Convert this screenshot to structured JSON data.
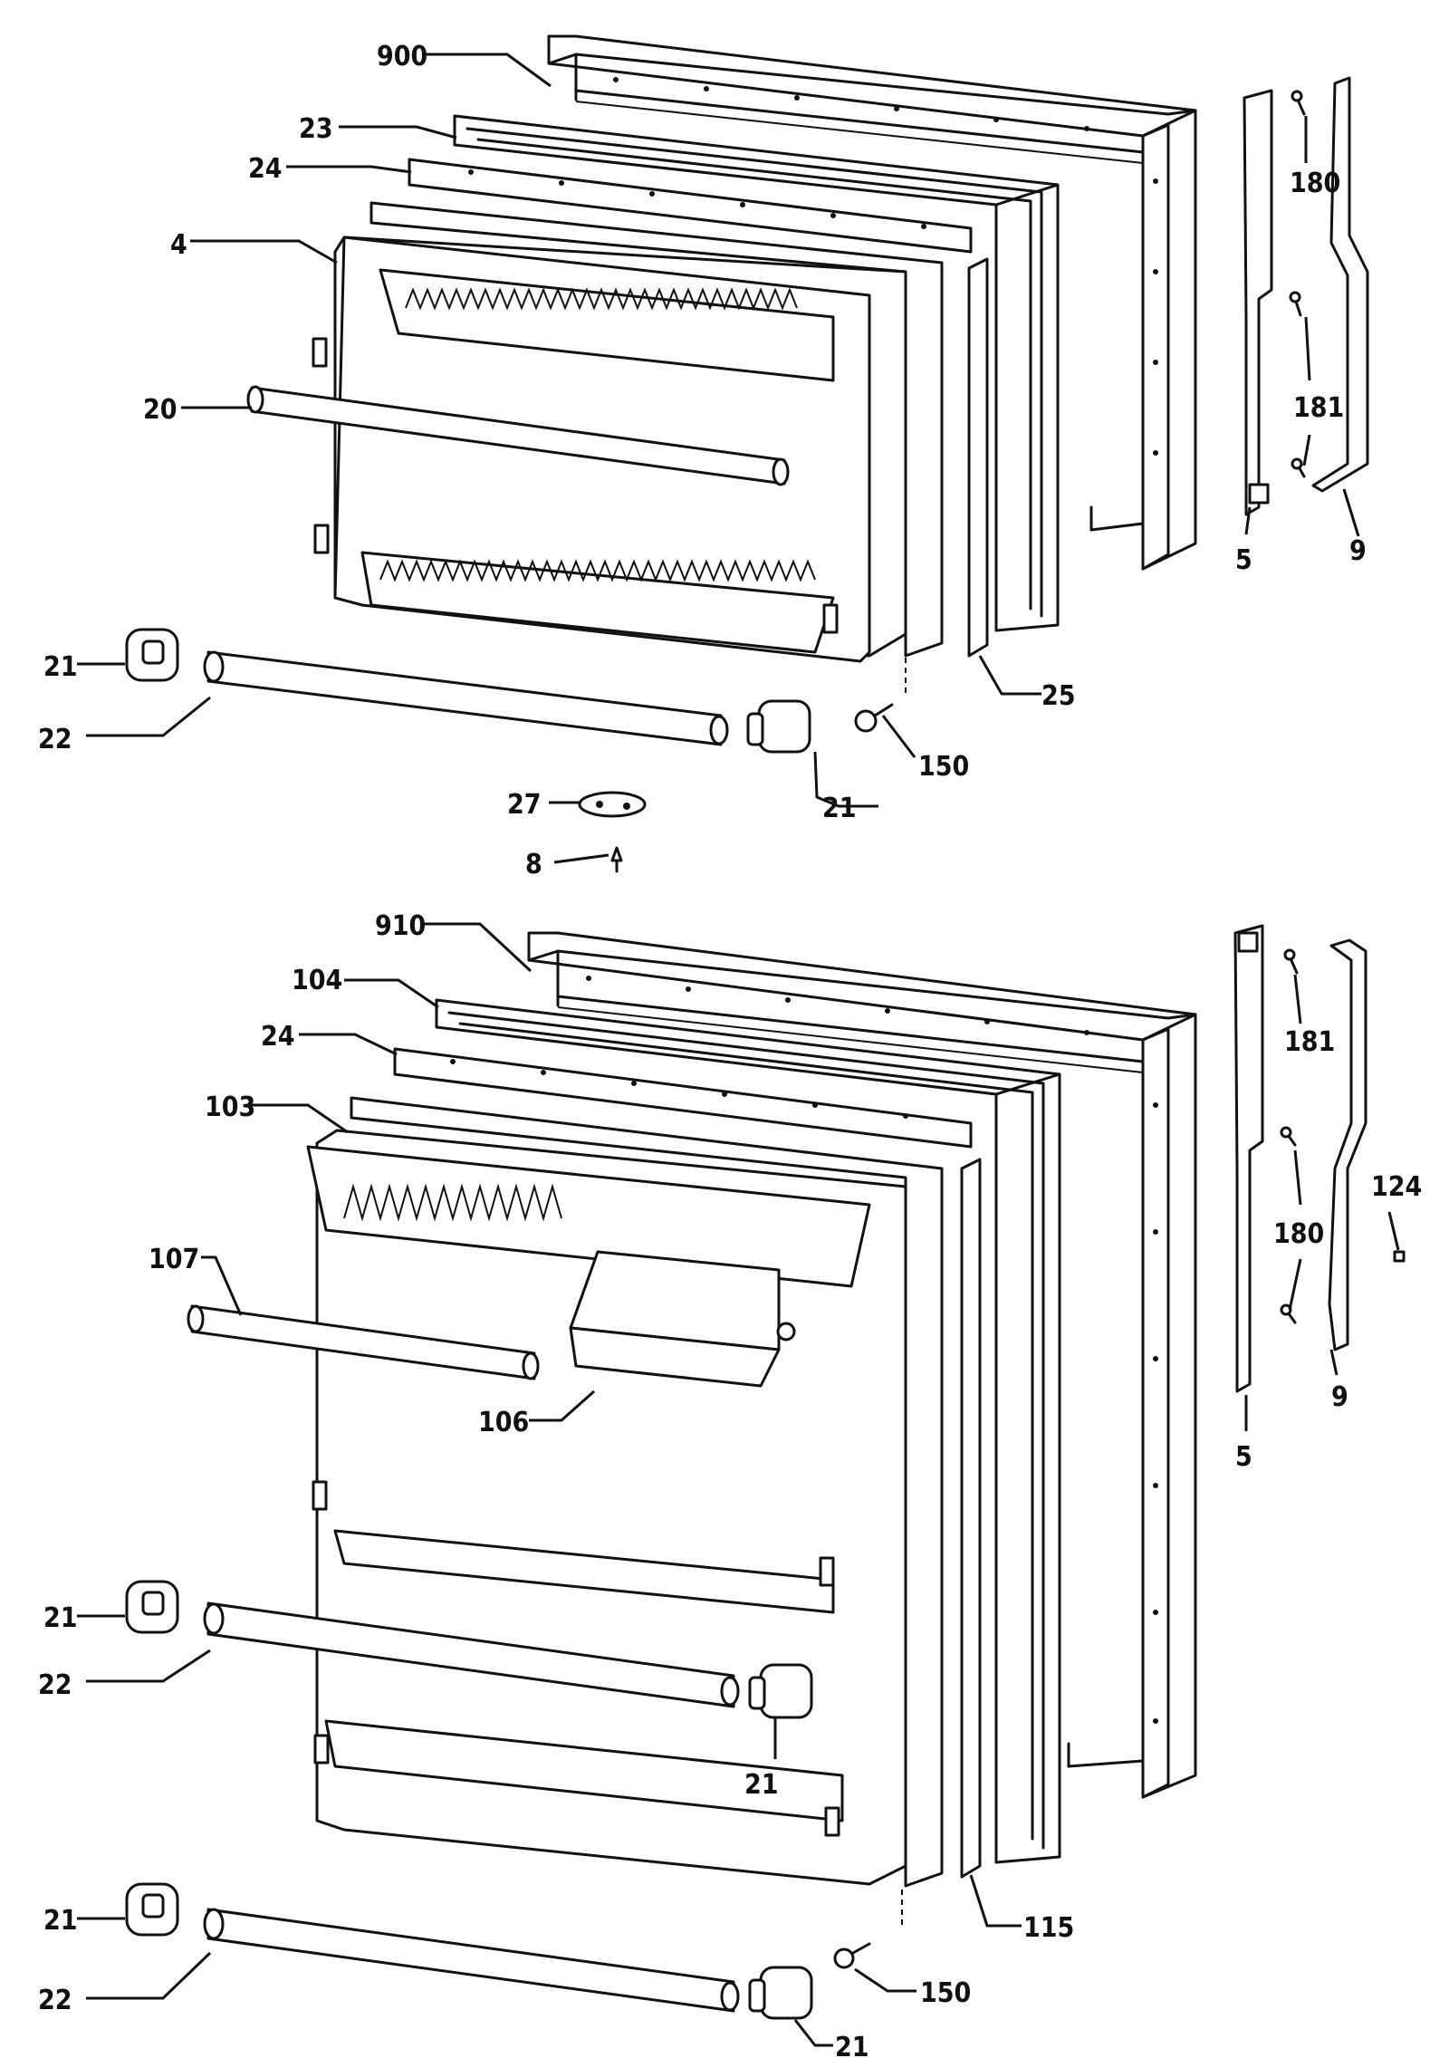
{
  "callouts_top": {
    "c900": "900",
    "c23": "23",
    "c24": "24",
    "c4": "4",
    "c20": "20",
    "c21a": "21",
    "c22": "22",
    "c21b": "21",
    "c27": "27",
    "c8": "8",
    "c150": "150",
    "c25": "25",
    "c180": "180",
    "c181": "181",
    "c5": "5",
    "c9": "9"
  },
  "callouts_bottom": {
    "c910": "910",
    "c104": "104",
    "c24": "24",
    "c103": "103",
    "c107": "107",
    "c106": "106",
    "c21a": "21",
    "c22a": "22",
    "c21b": "21",
    "c21c": "21",
    "c22b": "22",
    "c21d": "21",
    "c150": "150",
    "c115": "115",
    "c181": "181",
    "c180": "180",
    "c124": "124",
    "c5": "5",
    "c9": "9"
  }
}
